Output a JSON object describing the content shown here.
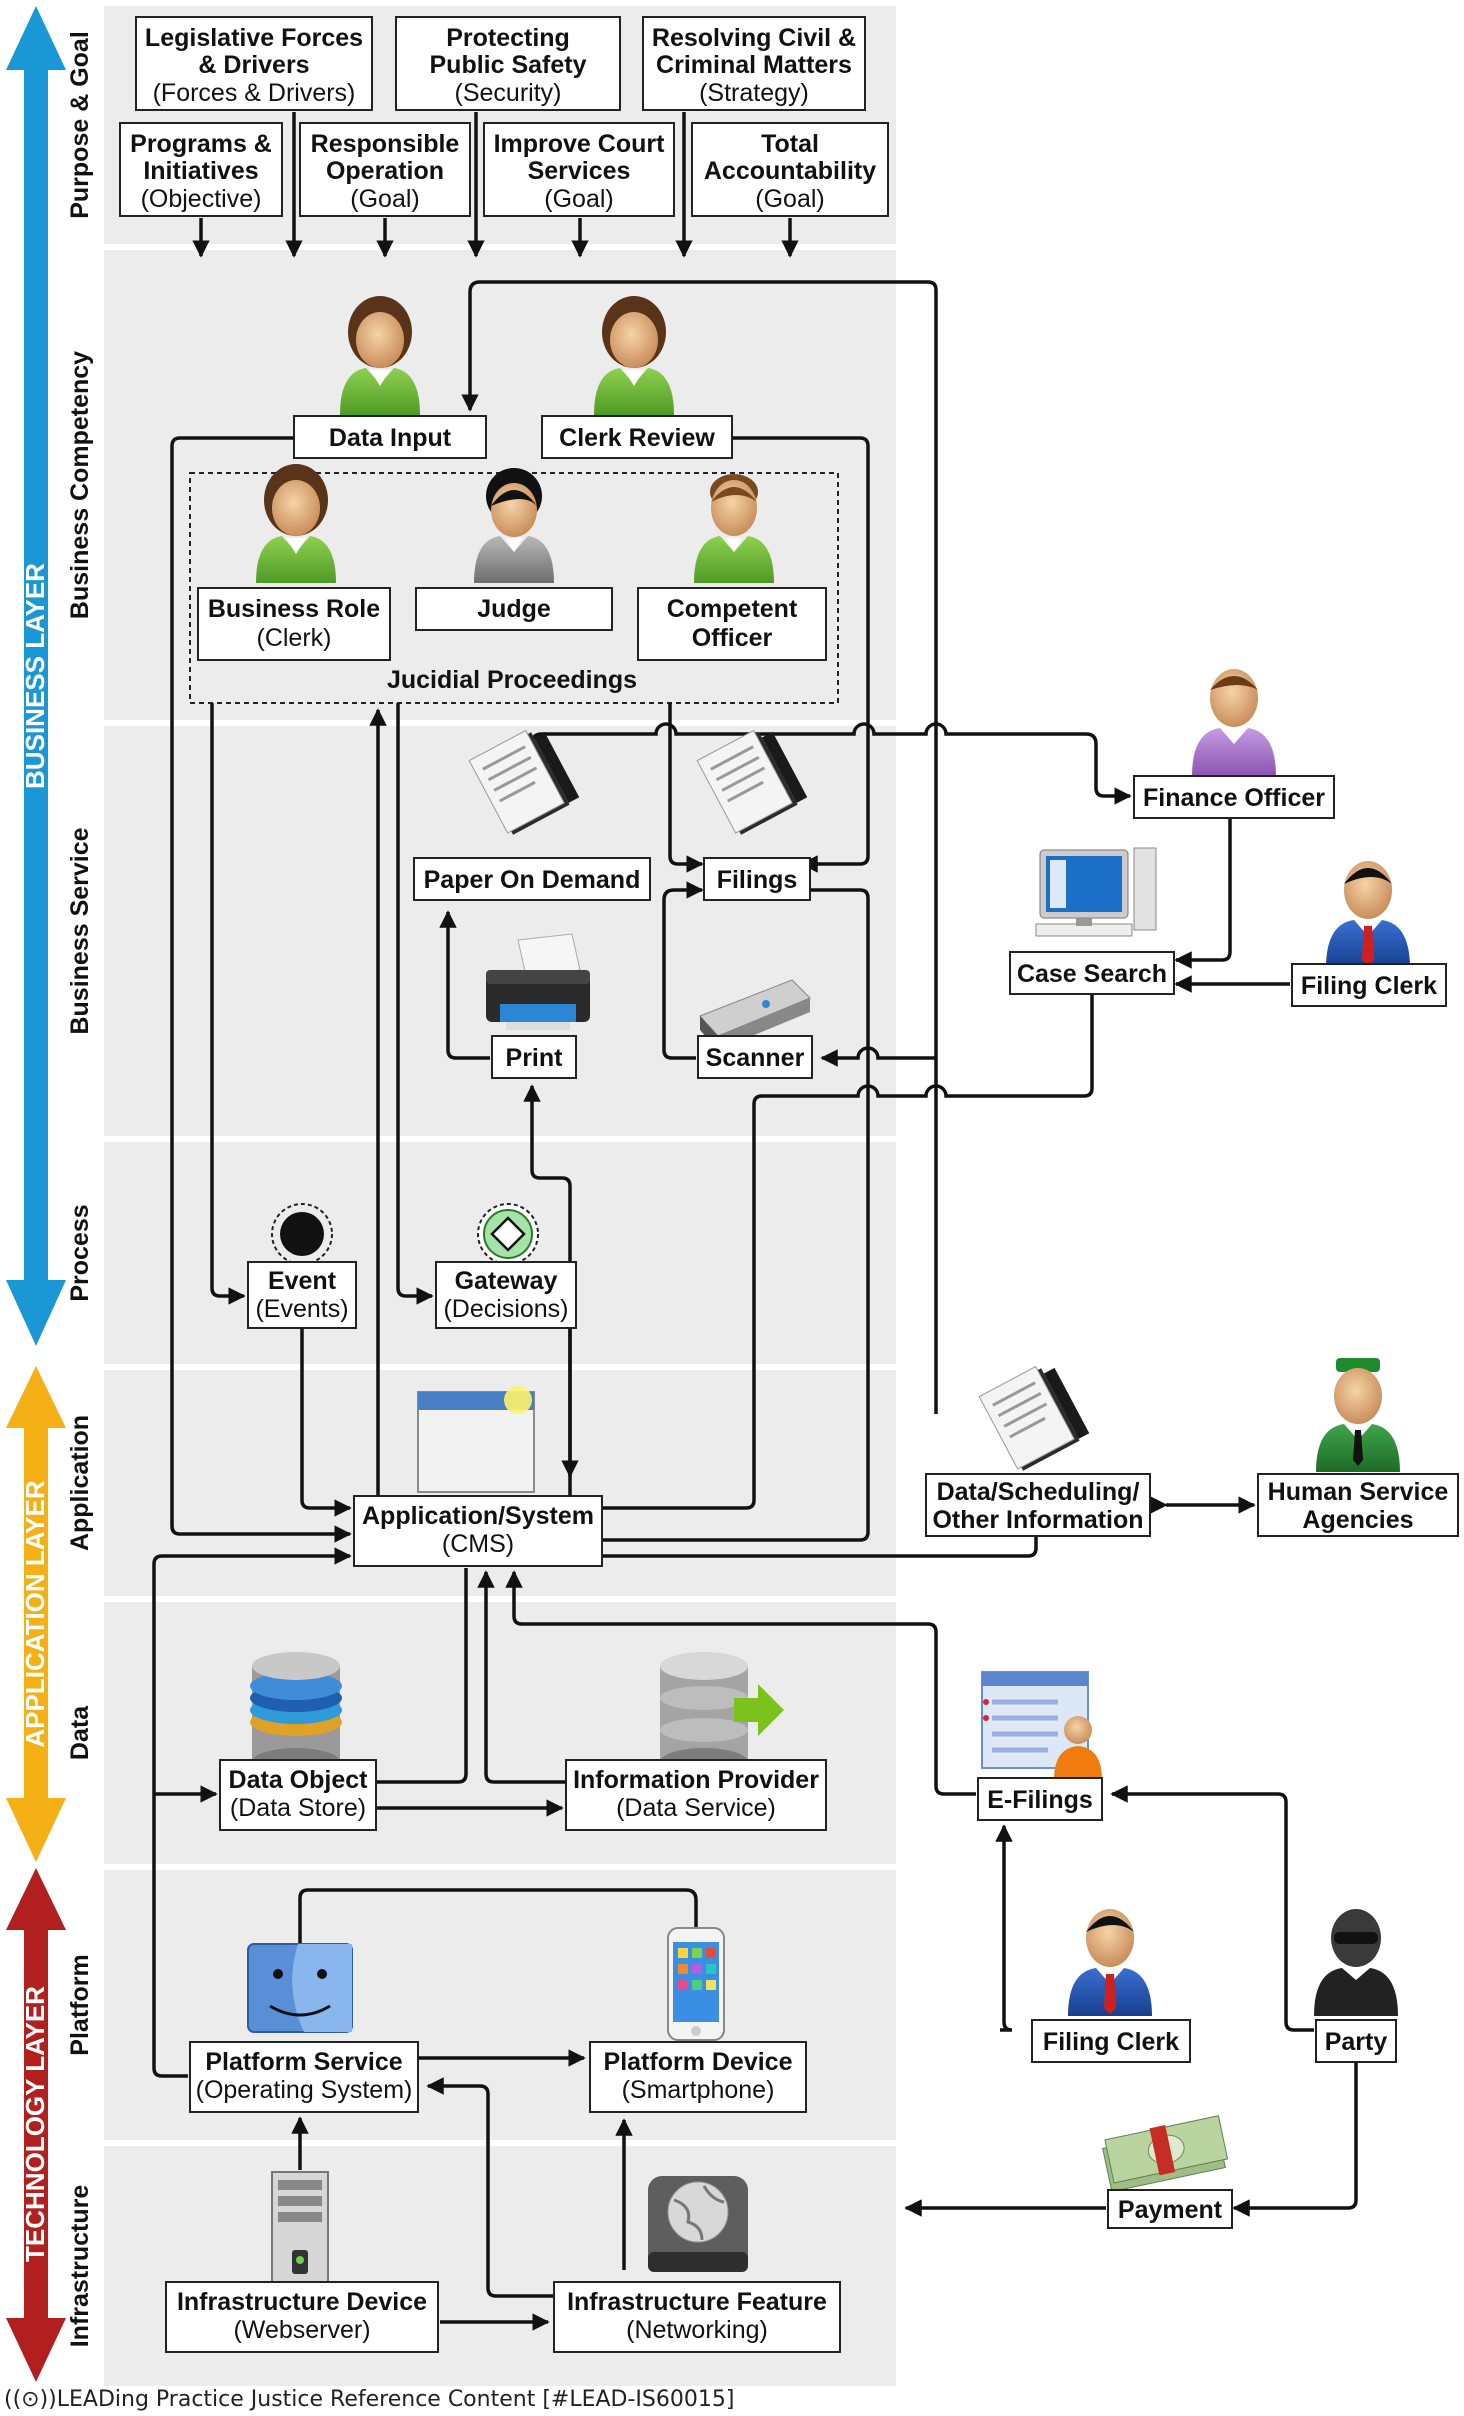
{
  "layers": {
    "business": {
      "label": "BUSINESS LAYER",
      "color": "#1a97d5"
    },
    "application": {
      "label": "APPLICATION LAYER",
      "color": "#f4b014"
    },
    "technology": {
      "label": "TECHNOLOGY LAYER",
      "color": "#b1201f"
    }
  },
  "lanes": {
    "purpose": "Purpose & Goal",
    "competency": "Business Competency",
    "service": "Business Service",
    "process": "Process",
    "application": "Application",
    "data": "Data",
    "platform": "Platform",
    "infrastructure": "Infrastructure"
  },
  "boxes": {
    "legislative": {
      "l1": "Legislative Forces",
      "l2": "& Drivers",
      "l3": "(Forces & Drivers)"
    },
    "protecting": {
      "l1": "Protecting",
      "l2": "Public Safety",
      "l3": "(Security)"
    },
    "resolving": {
      "l1": "Resolving Civil &",
      "l2": "Criminal Matters",
      "l3": "(Strategy)"
    },
    "programs": {
      "l1": "Programs &",
      "l2": "Initiatives",
      "l3": "(Objective)"
    },
    "responsible": {
      "l1": "Responsible",
      "l2": "Operation",
      "l3": "(Goal)"
    },
    "improve": {
      "l1": "Improve Court",
      "l2": "Services",
      "l3": "(Goal)"
    },
    "total": {
      "l1": "Total",
      "l2": "Accountability",
      "l3": "(Goal)"
    },
    "data_input": {
      "l1": "Data Input"
    },
    "clerk_review": {
      "l1": "Clerk Review"
    },
    "business_role": {
      "l1": "Business Role",
      "l2": "(Clerk)"
    },
    "judge": {
      "l1": "Judge"
    },
    "competent": {
      "l1": "Competent",
      "l2": "Officer"
    },
    "proceedings": {
      "l1": "Jucidial Proceedings"
    },
    "paper": {
      "l1": "Paper On Demand"
    },
    "filings": {
      "l1": "Filings"
    },
    "finance": {
      "l1": "Finance Officer"
    },
    "case_search": {
      "l1": "Case Search"
    },
    "filing_clerk_1": {
      "l1": "Filing Clerk"
    },
    "print": {
      "l1": "Print"
    },
    "scanner": {
      "l1": "Scanner"
    },
    "event": {
      "l1": "Event",
      "l2": "(Events)"
    },
    "gateway": {
      "l1": "Gateway",
      "l2": "(Decisions)"
    },
    "app": {
      "l1": "Application/System",
      "l2": "(CMS)"
    },
    "scheduling": {
      "l1": "Data/Scheduling/",
      "l2": "Other Information"
    },
    "human": {
      "l1": "Human Service",
      "l2": "Agencies"
    },
    "data_object": {
      "l1": "Data Object",
      "l2": "(Data Store)"
    },
    "info_provider": {
      "l1": "Information Provider",
      "l2": "(Data Service)"
    },
    "efilings": {
      "l1": "E-Filings"
    },
    "platform_service": {
      "l1": "Platform Service",
      "l2": "(Operating System)"
    },
    "platform_device": {
      "l1": "Platform Device",
      "l2": "(Smartphone)"
    },
    "filing_clerk_2": {
      "l1": "Filing Clerk"
    },
    "party": {
      "l1": "Party"
    },
    "payment": {
      "l1": "Payment"
    },
    "infra_device": {
      "l1": "Infrastructure Device",
      "l2": "(Webserver)"
    },
    "infra_feature": {
      "l1": "Infrastructure Feature",
      "l2": "(Networking)"
    }
  },
  "footer": "((⊙))LEADing Practice Justice Reference Content [#LEAD-IS60015]"
}
